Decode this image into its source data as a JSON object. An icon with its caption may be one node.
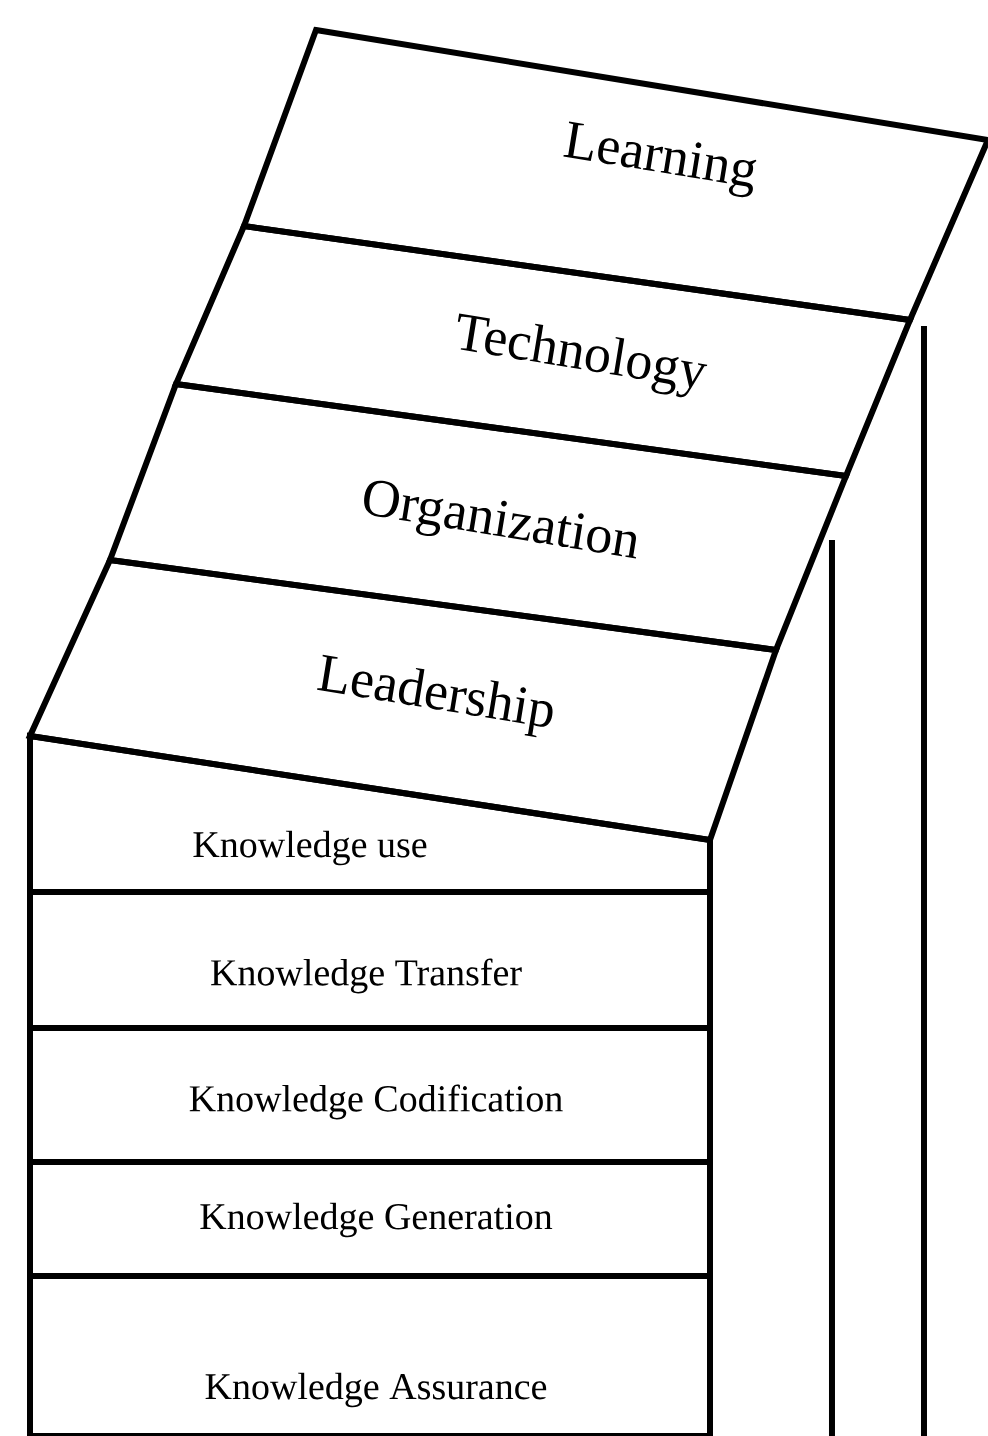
{
  "diagram": {
    "nodes": [
      {
        "text": [
          "Learning"
        ]
      },
      {
        "text": [
          "Technology"
        ]
      },
      {
        "text": [
          "Organization"
        ]
      },
      {
        "text": [
          "Leadership"
        ]
      },
      {
        "text": [
          "Knowledge use"
        ]
      },
      {
        "text": [
          "Knowledge Transfer"
        ]
      },
      {
        "text": [
          "Knowledge Codification"
        ]
      },
      {
        "text": [
          "Knowledge Generation"
        ]
      },
      {
        "text": [
          "Knowledge Assurance"
        ]
      }
    ]
  }
}
